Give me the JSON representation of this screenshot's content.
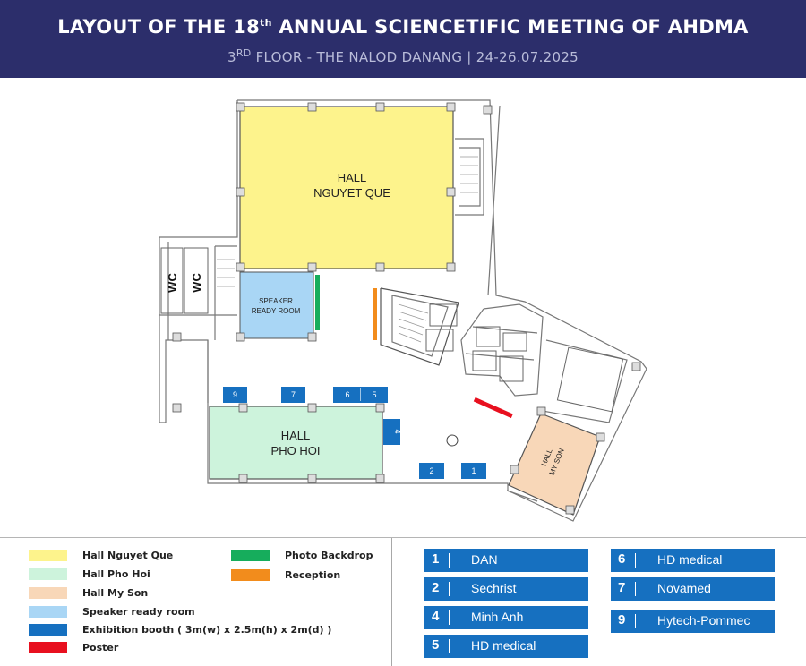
{
  "header": {
    "title_pre": "LAYOUT OF THE 18",
    "title_sup": "th",
    "title_post": " ANNUAL SCIENCETIFIC MEETING OF AHDMA",
    "subtitle_pre": "3",
    "subtitle_sup": "RD",
    "subtitle_post": " FLOOR - THE NALOD DANANG | 24-26.07.2025",
    "bg_color": "#2c2e6b"
  },
  "map": {
    "hall_nguyet_que": [
      "HALL",
      "NGUYET QUE"
    ],
    "hall_pho_hoi": [
      "HALL",
      "PHO HOI"
    ],
    "hall_my_son": [
      "HALL",
      "MY SON"
    ],
    "speaker_room": [
      "SPEAKER",
      "READY ROOM"
    ],
    "wc_1": "WC",
    "wc_2": "WC",
    "booths": [
      "9",
      "7",
      "6",
      "5",
      "4",
      "2",
      "1"
    ]
  },
  "legend": {
    "items": [
      {
        "label": "Hall Nguyet Que",
        "color": "#fdf38c"
      },
      {
        "label": "Hall Pho Hoi",
        "color": "#cdf3dc"
      },
      {
        "label": "Hall My Son",
        "color": "#f8d7b8"
      },
      {
        "label": "Speaker ready room",
        "color": "#a9d6f5"
      },
      {
        "label": "Exhibition booth ( 3m(w) x 2.5m(h) x 2m(d) )",
        "color": "#1670c0"
      },
      {
        "label": "Poster",
        "color": "#e8101f"
      },
      {
        "label": "Photo Backdrop",
        "color": "#16ad5c"
      },
      {
        "label": "Reception",
        "color": "#f28c1c"
      }
    ]
  },
  "exhibitors": [
    {
      "num": "1",
      "name": "DAN"
    },
    {
      "num": "2",
      "name": "Sechrist"
    },
    {
      "num": "4",
      "name": "Minh Anh"
    },
    {
      "num": "5",
      "name": "HD medical"
    },
    {
      "num": "6",
      "name": "HD medical"
    },
    {
      "num": "7",
      "name": "Novamed"
    },
    {
      "num": "9",
      "name": "Hytech-Pommec"
    }
  ]
}
